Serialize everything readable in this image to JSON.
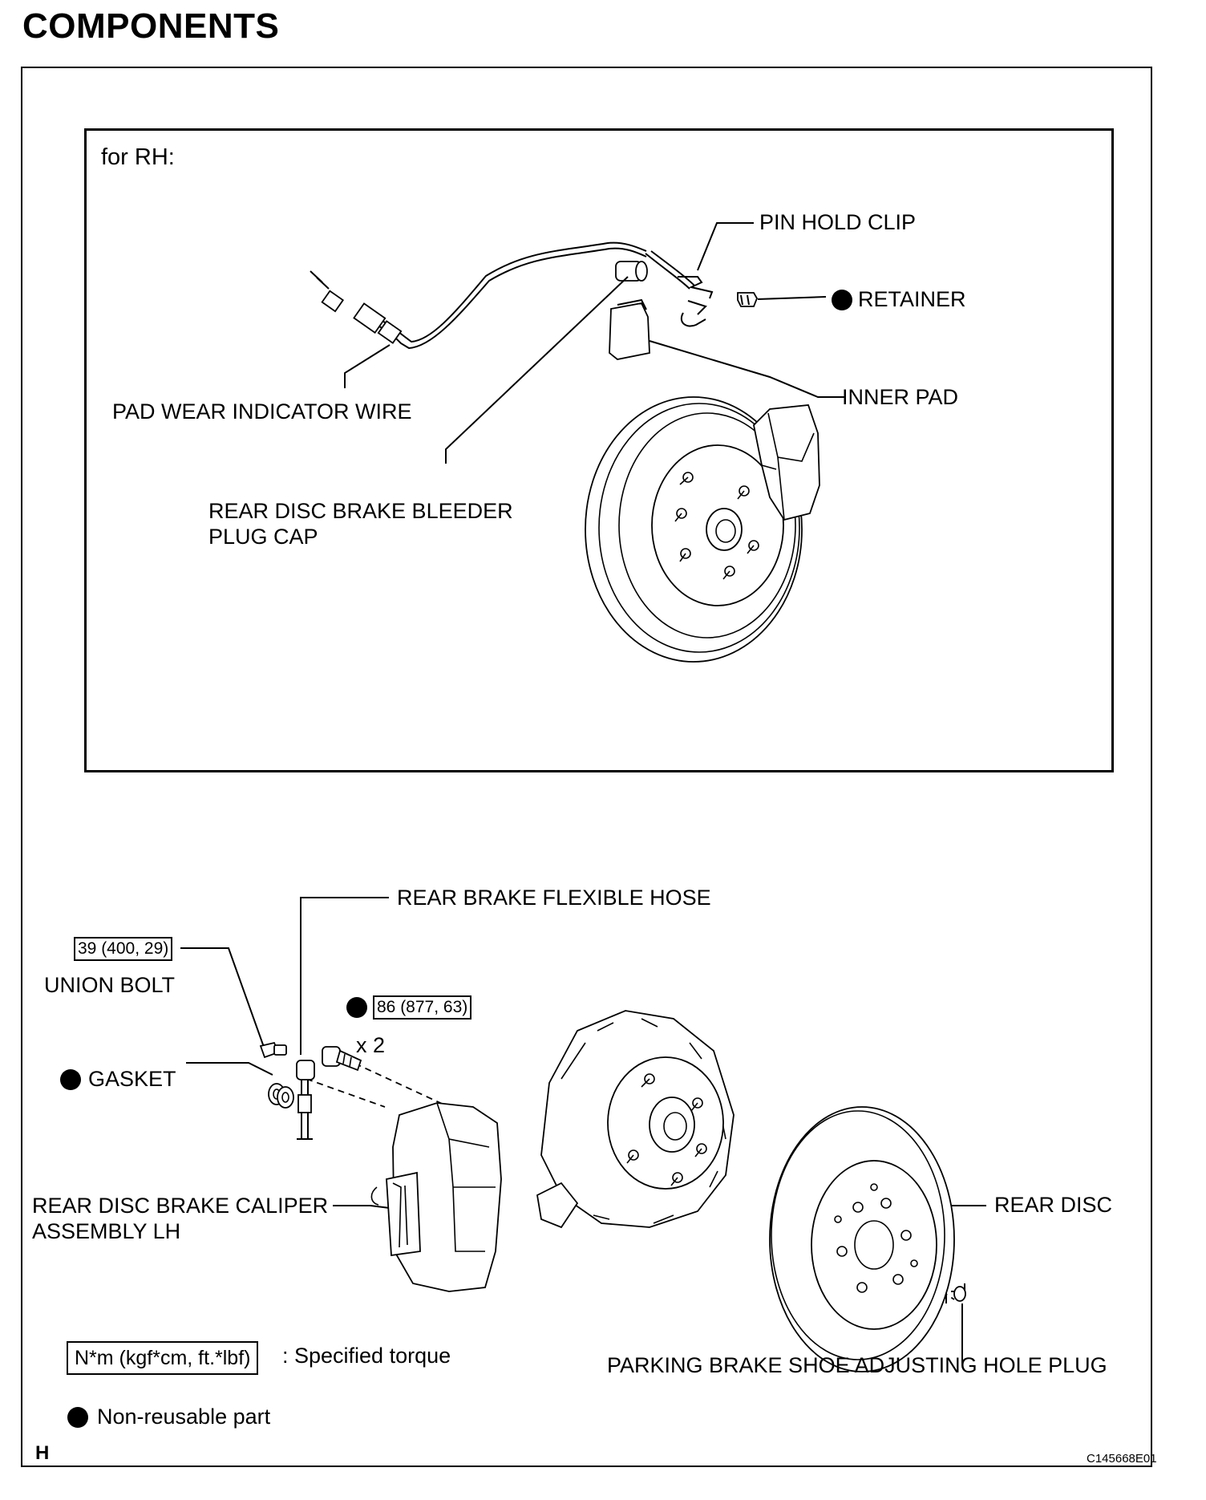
{
  "title": "COMPONENTS",
  "inset": {
    "heading": "for RH:",
    "labels": {
      "pin_hold_clip": "PIN HOLD CLIP",
      "retainer": "RETAINER",
      "inner_pad": "INNER PAD",
      "pad_wear_indicator_wire": "PAD WEAR INDICATOR WIRE",
      "bleeder_plug_cap_line1": "REAR DISC BRAKE BLEEDER",
      "bleeder_plug_cap_line2": "PLUG CAP"
    }
  },
  "main": {
    "labels": {
      "flexible_hose": "REAR BRAKE FLEXIBLE HOSE",
      "union_bolt": "UNION BOLT",
      "gasket": "GASKET",
      "caliper_line1": "REAR DISC BRAKE CALIPER",
      "caliper_line2": "ASSEMBLY LH",
      "rear_disc": "REAR DISC",
      "adjusting_hole_plug": "PARKING BRAKE SHOE ADJUSTING HOLE PLUG",
      "qty_x2": "x 2"
    },
    "torques": {
      "union_bolt": "39 (400, 29)",
      "caliper_bolt": "86 (877, 63)"
    }
  },
  "legend": {
    "torque_unit": "N*m (kgf*cm, ft.*lbf)",
    "torque_text": ": Specified torque",
    "non_reusable_text": "Non-reusable part"
  },
  "footer": {
    "corner_mark": "H",
    "figure_id": "C145668E01"
  }
}
